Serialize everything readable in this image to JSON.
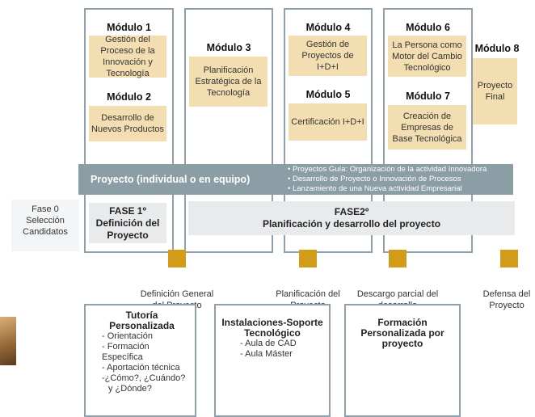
{
  "modules": [
    {
      "title": "Módulo 1",
      "box": "Gestión del Proceso de la Innovación y Tecnología"
    },
    {
      "title": "Módulo 2",
      "box": "Desarrollo de Nuevos Productos"
    },
    {
      "title": "Módulo 3",
      "box": "Planificación Estratégica de la Tecnología"
    },
    {
      "title": "Módulo 4",
      "box": "Gestión de Proyectos de I+D+I"
    },
    {
      "title": "Módulo 5",
      "box": "Certificación I+D+I"
    },
    {
      "title": "Módulo 6",
      "box": "La Persona como Motor del Cambio Tecnológico"
    },
    {
      "title": "Módulo 7",
      "box": "Creación de Empresas de Base Tecnológica"
    },
    {
      "title": "Módulo 8",
      "box": "Proyecto Final"
    }
  ],
  "proyecto_bar": {
    "title": "Proyecto (individual o en equipo)",
    "bullets": [
      "• Proyectos Guía: Organización de la actividad Innovadora",
      "• Desarrollo de Proyecto o Innovación de Procesos",
      "• Lanzamiento de una Nueva actividad Empresarial"
    ]
  },
  "fase0": {
    "line1": "Fase 0",
    "line2": "Selección",
    "line3": "Candidatos"
  },
  "fase1": {
    "line1": "FASE 1º",
    "line2": "Definición del",
    "line3": "Proyecto"
  },
  "fase2": {
    "line1": "FASE2º",
    "line2": "Planificación y desarrollo del proyecto"
  },
  "milestones": [
    {
      "line1": "Definición General",
      "line2": "del Proyecto"
    },
    {
      "line1": "Planificación del",
      "line2": "Proyecto"
    },
    {
      "line1": "Descargo parcial del",
      "line2": "desarrollo"
    },
    {
      "line1": "Defensa del",
      "line2": "Proyecto"
    }
  ],
  "bottom": {
    "tutoria": {
      "title": "Tutoría Personalizada",
      "items": [
        "- Orientación",
        "- Formación Específica",
        "- Aportación técnica",
        "-¿Cómo?, ¿Cuándo?",
        "y ¿Dónde?"
      ]
    },
    "instalaciones": {
      "title1": "Instalaciones-Soporte",
      "title2": "Tecnológico",
      "items": [
        "- Aula de CAD",
        "- Aula Máster"
      ]
    },
    "formacion": {
      "title1": "Formación",
      "title2": "Personalizada por",
      "title3": "proyecto"
    }
  },
  "colors": {
    "module_box": "#f3deb1",
    "bar": "#8c9ea5",
    "fase": "#e8eaec",
    "marker": "#d29c18",
    "border": "#8fa0ac"
  }
}
